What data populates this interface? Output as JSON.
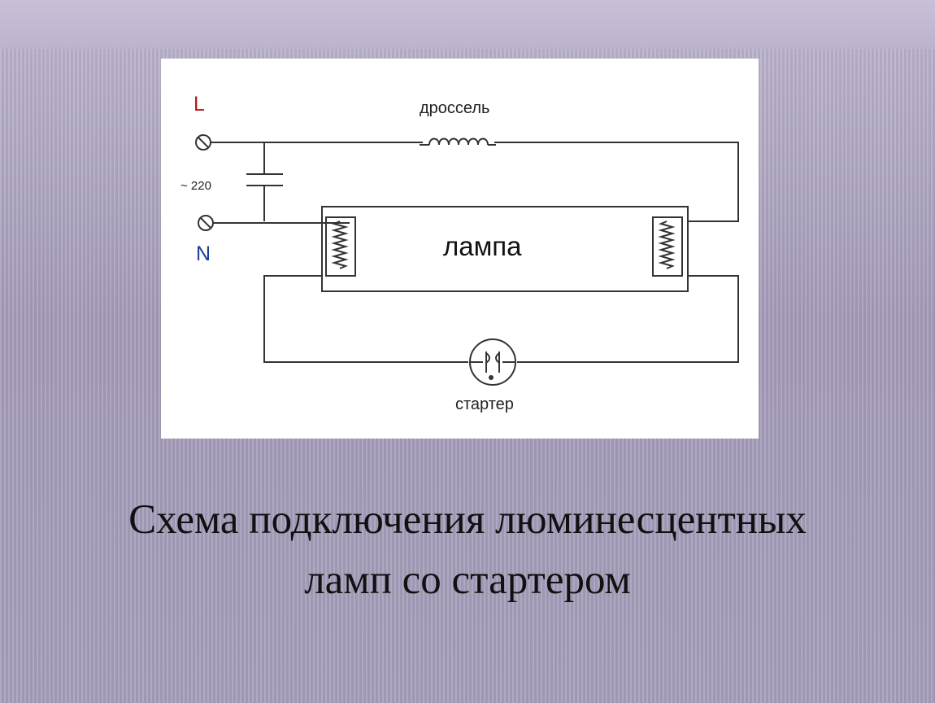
{
  "diagram": {
    "line_label": "L",
    "neutral_label": "N",
    "voltage_label": "~ 220",
    "choke_label": "дроссель",
    "lamp_label": "лампа",
    "starter_label": "стартер"
  },
  "caption": {
    "line1": "Схема подключения люминесцентных",
    "line2": "ламп со стартером"
  },
  "colors": {
    "line_label": "#b01818",
    "neutral_label": "#1c3c9c",
    "wire": "#333333"
  }
}
